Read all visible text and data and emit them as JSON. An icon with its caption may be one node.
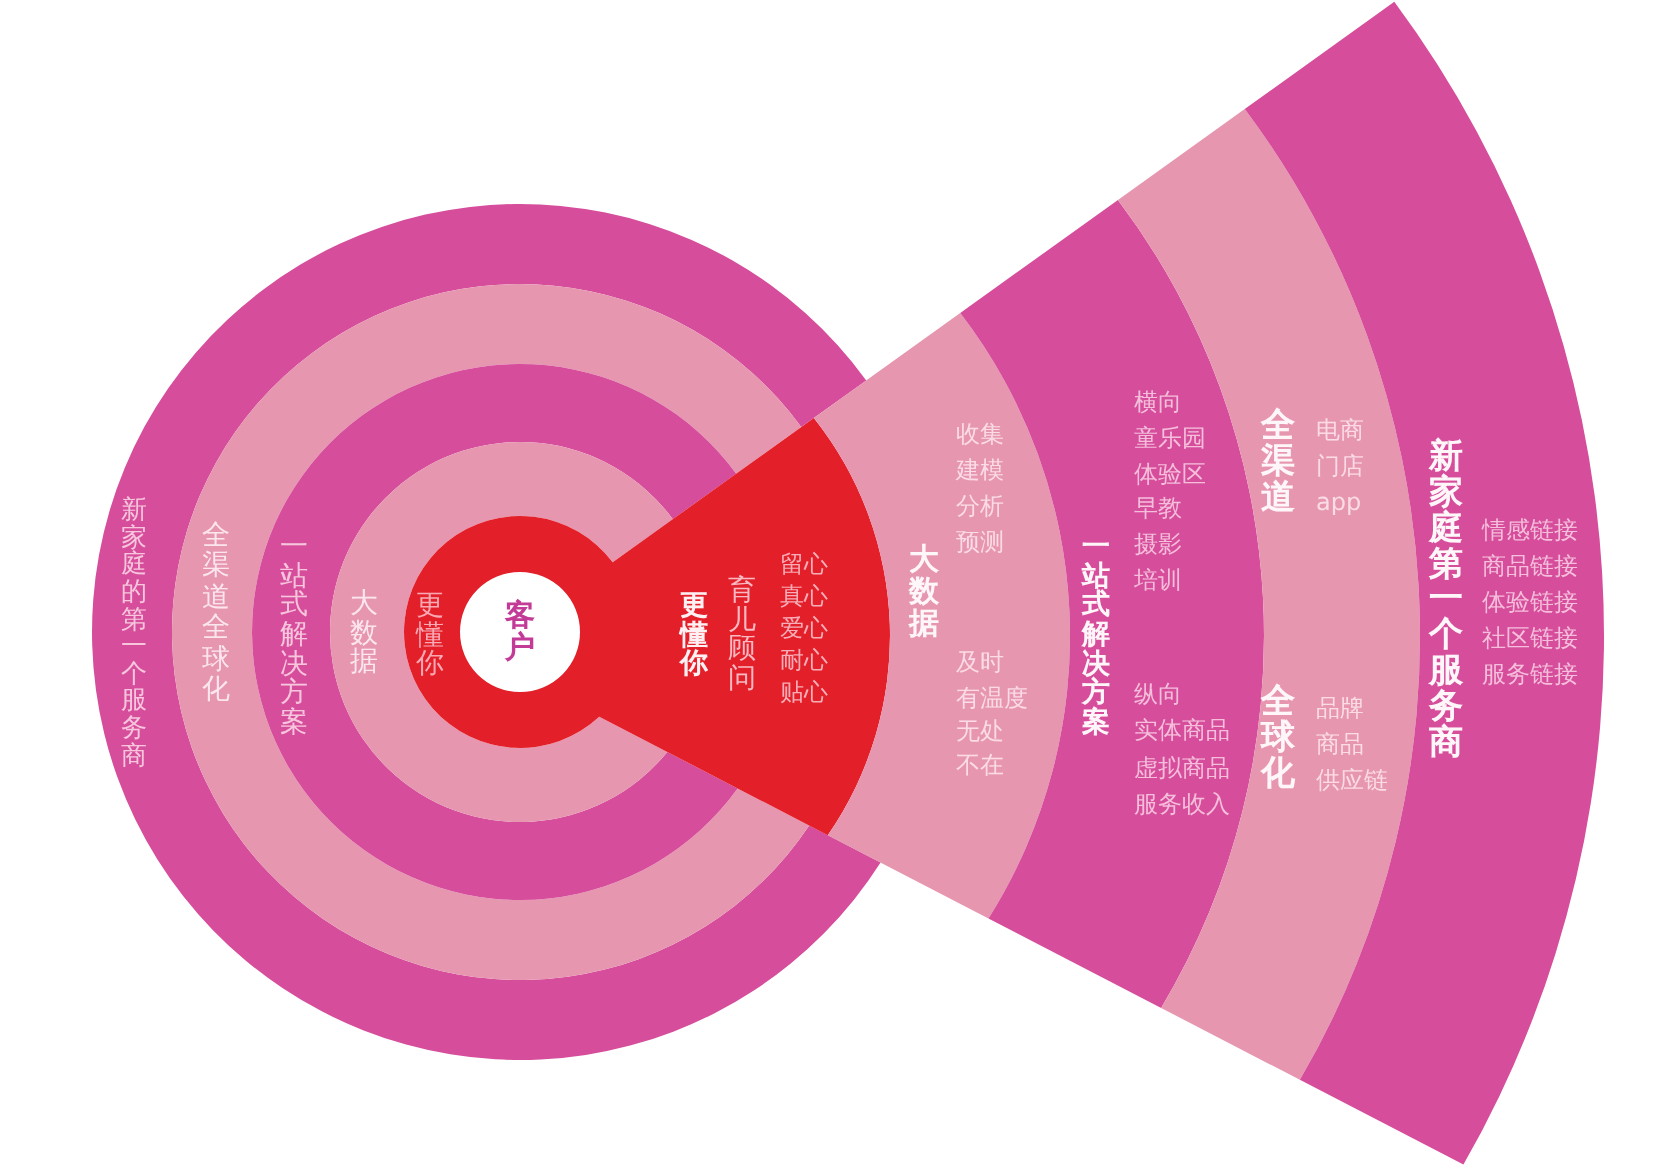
{
  "diagram": {
    "nodes": [
      {
        "text": [
          "新家庭的第一个服务商"
        ]
      },
      {
        "text": [
          "全渠道全球化"
        ]
      },
      {
        "text": [
          "一站式解决方案"
        ]
      },
      {
        "text": [
          "大数据"
        ]
      },
      {
        "text": [
          "更懂你",
          "更懂你",
          "育儿顾问",
          "留心",
          "真心",
          "爱心",
          "耐心",
          "贴心"
        ]
      },
      {
        "text": [
          "客户"
        ],
        "in": 4
      },
      {
        "text": [
          "大数据",
          "收集",
          "建模",
          "分析",
          "预测",
          "及时",
          "有温度",
          "无处不在"
        ]
      },
      {
        "text": [
          "一站式解决方案",
          "横向",
          "童乐园",
          "体验区",
          "早教",
          "摄影",
          "培训",
          "纵向",
          "实体商品",
          "虚拟商品",
          "服务收入"
        ]
      },
      {
        "text": [
          "全渠道",
          "电商",
          "门店",
          "app",
          "全球化",
          "品牌",
          "商品",
          "供应链"
        ]
      },
      {
        "text": [
          "新家庭第一个服务商",
          "情感链接",
          "商品链接",
          "体验链接",
          "社区链接",
          "服务链接"
        ]
      }
    ]
  }
}
